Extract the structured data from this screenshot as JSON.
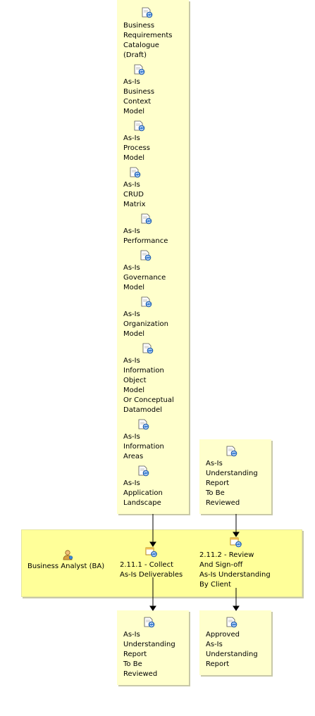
{
  "inputs": {
    "items": [
      {
        "label": "Business\nRequirements\nCatalogue\n(Draft)"
      },
      {
        "label": "As-Is\nBusiness\nContext\nModel"
      },
      {
        "label": "As-Is\nProcess\nModel"
      },
      {
        "label": "As-Is\nCRUD\nMatrix"
      },
      {
        "label": "As-Is\nPerformance"
      },
      {
        "label": "As-Is\nGovernance\nModel"
      },
      {
        "label": "As-Is\nOrganization\nModel"
      },
      {
        "label": "As-Is\nInformation\nObject\nModel\nOr Conceptual\nDatamodel"
      },
      {
        "label": "As-Is\nInformation\nAreas"
      },
      {
        "label": "As-Is\nApplication\nLandscape"
      }
    ]
  },
  "review_input": {
    "label": "As-Is\nUnderstanding\nReport\nTo Be\nReviewed"
  },
  "lane": {
    "role": "Business Analyst (BA)",
    "task1": "2.11.1 - Collect\nAs-Is Deliverables",
    "task2": "2.11.2 - Review\nAnd Sign-off\nAs-Is Understanding\nBy Client"
  },
  "outputs": {
    "out1": "As-Is\nUnderstanding\nReport\nTo Be\nReviewed",
    "out2": "Approved\nAs-Is\nUnderstanding\nReport"
  },
  "icons": {
    "artifact": "document-refresh-icon",
    "role": "person-icon",
    "task": "task-icon"
  }
}
